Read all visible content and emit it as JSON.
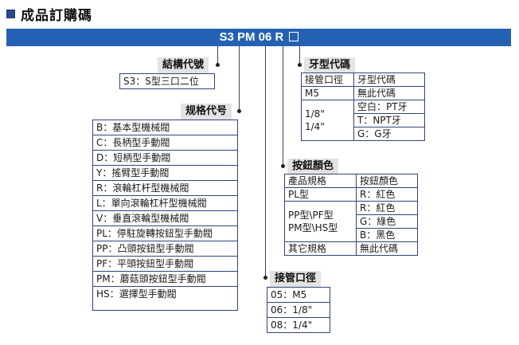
{
  "title": "成品訂購碼",
  "banner": {
    "code": "S3 PM 06 R"
  },
  "structure": {
    "label": "結構代號",
    "value": "S3：S型三口二位"
  },
  "spec": {
    "label": "规格代号",
    "items": [
      "B：基本型機械閥",
      "C：長柄型手動閥",
      "D：短柄型手動閥",
      "Y：搖臂型手動閥",
      "R：滾輪杠杆型機械閥",
      "L：單向滾輪杠杆型機械閥",
      "V：垂直滾輪型機械閥",
      "PL：停駐旋轉按鈕型手動閥",
      "PP：凸頭按鈕型手動閥",
      "PF：平頭按鈕型手動閥",
      "PM：蘑菇頭按鈕型手動閥",
      "HS：選擇型手動閥"
    ]
  },
  "thread": {
    "label": "牙型代碼",
    "header": [
      "接管口徑",
      "牙型代碼"
    ],
    "m5": [
      "M5",
      "無此代碼"
    ],
    "sizes": [
      "1/8\"",
      "1/4\""
    ],
    "types": [
      "空白：PT牙",
      "T：NPT牙",
      "G：G牙"
    ]
  },
  "color": {
    "label": "按鈕顏色",
    "header": [
      "產品規格",
      "按鈕顏色"
    ],
    "pl": [
      "PL型",
      "R：紅色"
    ],
    "pp_names": [
      "PP型\\PF型",
      "PM型\\HS型"
    ],
    "pp_colors": [
      "R：紅色",
      "G：綠色",
      "B：黑色"
    ],
    "other": [
      "其它規格",
      "無此代碼"
    ]
  },
  "port": {
    "label": "接管口徑",
    "items": [
      "05：M5",
      "06：1/8\"",
      "08：1/4\""
    ]
  }
}
